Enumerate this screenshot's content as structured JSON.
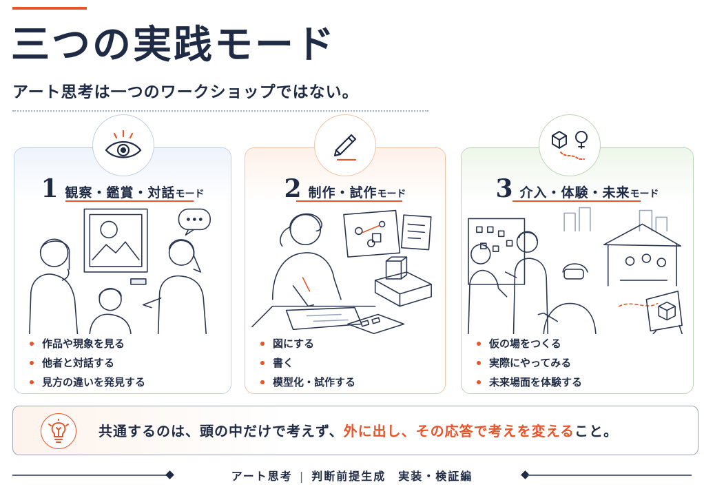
{
  "header": {
    "title": "三つの実践モード",
    "subtitle": "アート思考は一つのワークショップではない。"
  },
  "modes": [
    {
      "number": "1",
      "name": "観察・鑑賞・対話",
      "suffix": "モード",
      "icon": "eye-icon",
      "bullets": [
        "作品や現象を見る",
        "他者と対話する",
        "見方の違いを発見する"
      ]
    },
    {
      "number": "2",
      "name": "制作・試作",
      "suffix": "モード",
      "icon": "pencil-icon",
      "bullets": [
        "図にする",
        "書く",
        "模型化・試作する"
      ]
    },
    {
      "number": "3",
      "name": "介入・体験・未来",
      "suffix": "モード",
      "icon": "cube-tree-icon",
      "bullets": [
        "仮の場をつくる",
        "実際にやってみる",
        "未来場面を体験する"
      ]
    }
  ],
  "banner": {
    "icon": "lightbulb-icon",
    "text_before": "共通するのは、頭の中だけで考えず、",
    "text_highlight": "外に出し、その応答で考えを変える",
    "text_after": "こと。"
  },
  "footer": {
    "left": "アート思考",
    "separator": "|",
    "right": "判断前提生成　実装・検証編"
  },
  "colors": {
    "accent": "#e8542a",
    "navy": "#1f2a44",
    "mode1_border": "#bfd0e4",
    "mode2_border": "#f2c4a8",
    "mode3_border": "#bcd5b8"
  }
}
